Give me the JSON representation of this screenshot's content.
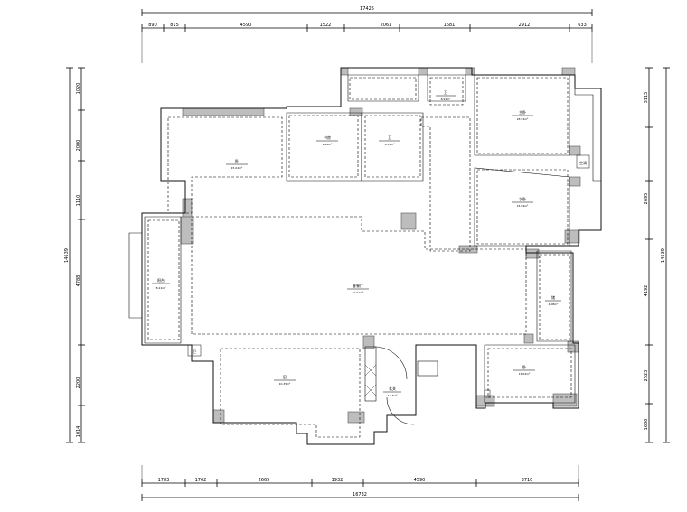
{
  "top_total": "17425",
  "top_segments": [
    "890",
    "815",
    "4590",
    "1522",
    "2061",
    "1681",
    "2912",
    "633"
  ],
  "bottom_total": "16732",
  "bottom_segments": [
    "1783",
    "1762",
    "2665",
    "1932",
    "4590",
    "3710"
  ],
  "left_total": "14639",
  "left_segments": [
    "1020",
    "2000",
    "1110",
    "4788",
    "2200",
    "1014"
  ],
  "right_total": "14639",
  "right_segments": [
    "3115",
    "2695",
    "4192",
    "2523",
    "1680"
  ],
  "rooms": [
    {
      "id": "bath-a",
      "label": "卫",
      "area": "8.91m²"
    },
    {
      "id": "master-bedroom",
      "label": "主卧",
      "area": "18.52m²"
    },
    {
      "id": "bedroom-2",
      "label": "次卧",
      "area": "15.89m²"
    },
    {
      "id": "bedroom-left",
      "label": "卧",
      "area": "15.02m²"
    },
    {
      "id": "study",
      "label": "书房",
      "area": "9.14m²"
    },
    {
      "id": "bath-b",
      "label": "卫",
      "area": "8.53m²"
    },
    {
      "id": "balcony",
      "label": "阳台",
      "area": "8.21m²"
    },
    {
      "id": "living",
      "label": "客餐厅",
      "area": "49.91m²"
    },
    {
      "id": "storage",
      "label": "储",
      "area": "4.08m²"
    },
    {
      "id": "kitchen",
      "label": "厨",
      "area": "10.35m²"
    },
    {
      "id": "bedroom-3",
      "label": "卧",
      "area": "13.02m²"
    },
    {
      "id": "entry",
      "label": "玄关",
      "area": "4.53m²"
    }
  ],
  "small_labels": {
    "br": "卫",
    "ac": "空调"
  }
}
